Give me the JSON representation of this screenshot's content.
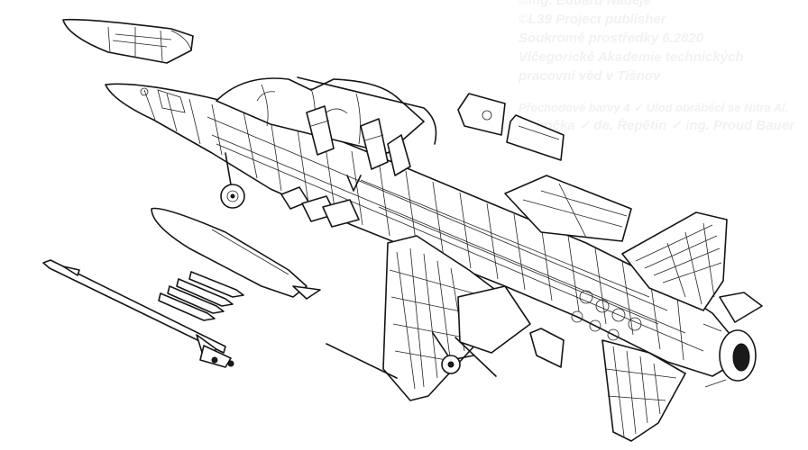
{
  "caption": {
    "line1": "©ing. Eduard Nadeje",
    "line2": "©L39 Project publisher",
    "line3": "Soukromé prostředky 6.2820",
    "line4": "Vlčegorické Akademie technických",
    "line5": "pracovní věd v Tišnov",
    "line6": "Přechodové barvy 4 ✓ Ulod obráběcí se Nitra Al.",
    "line7": "Pobočka ✓ de. Řepětin ✓ ing. Proud Bauer"
  },
  "colors": {
    "ink": "#151515",
    "background": "#ffffff",
    "faint_text": "#f2f2f2"
  }
}
